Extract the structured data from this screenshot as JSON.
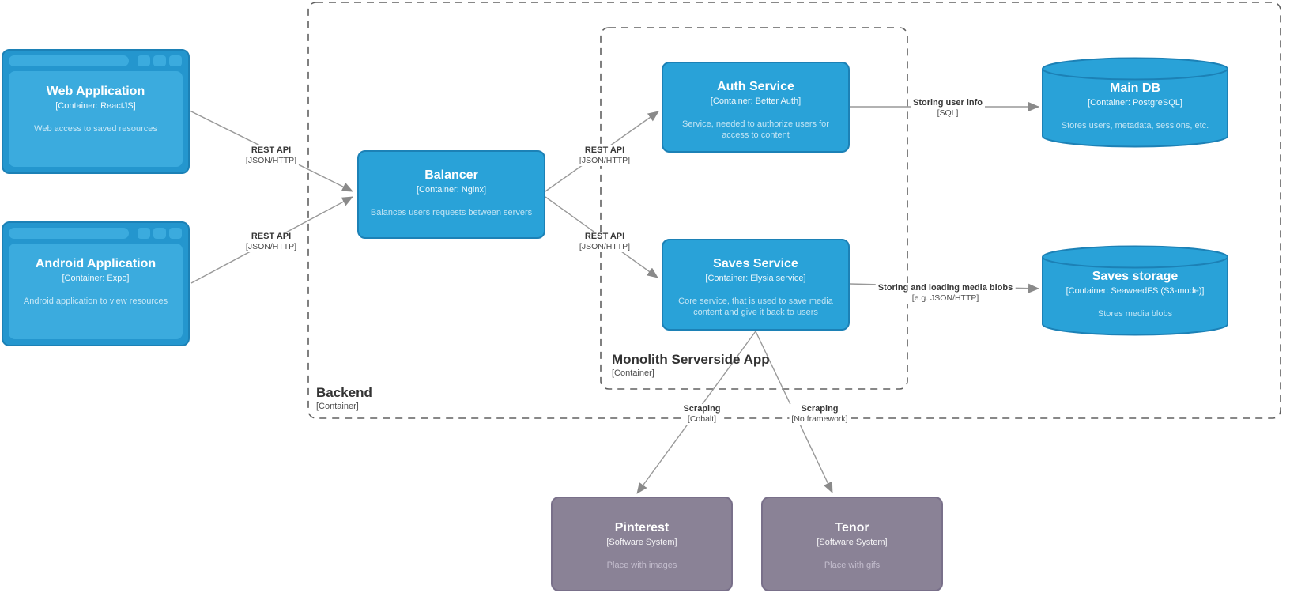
{
  "nodes": [
    {
      "id": "web-app",
      "title": "Web Application",
      "subtitle": "[Container: ReactJS]",
      "description": "Web access to saved resources"
    },
    {
      "id": "android-app",
      "title": "Android Application",
      "subtitle": "[Container: Expo]",
      "description": "Android application to view resources"
    },
    {
      "id": "balancer",
      "title": "Balancer",
      "subtitle": "[Container: Nginx]",
      "description": "Balances users requests between servers"
    },
    {
      "id": "auth-service",
      "title": "Auth Service",
      "subtitle": "[Container: Better Auth]",
      "description": "Service, needed to authorize users for access to content"
    },
    {
      "id": "saves-service",
      "title": "Saves Service",
      "subtitle": "[Container: Elysia service]",
      "description": "Core service, that is used to save media content and give it back to users"
    },
    {
      "id": "main-db",
      "title": "Main DB",
      "subtitle": "[Container: PostgreSQL]",
      "description": "Stores users, metadata, sessions, etc."
    },
    {
      "id": "saves-storage",
      "title": "Saves storage",
      "subtitle": "[Container: SeaweedFS (S3-mode)]",
      "description": "Stores media blobs"
    },
    {
      "id": "pinterest",
      "title": "Pinterest",
      "subtitle": "[Software System]",
      "description": "Place with images"
    },
    {
      "id": "tenor",
      "title": "Tenor",
      "subtitle": "[Software System]",
      "description": "Place with gifs"
    }
  ],
  "boundaries": [
    {
      "id": "backend",
      "label": "Backend",
      "sublabel": "[Container]"
    },
    {
      "id": "monolith",
      "label": "Monolith Serverside App",
      "sublabel": "[Container]"
    }
  ],
  "edges": [
    {
      "id": "web-to-balancer",
      "label": "REST API",
      "sublabel": "[JSON/HTTP]"
    },
    {
      "id": "android-to-balancer",
      "label": "REST API",
      "sublabel": "[JSON/HTTP]"
    },
    {
      "id": "balancer-to-auth",
      "label": "REST API",
      "sublabel": "[JSON/HTTP]"
    },
    {
      "id": "balancer-to-saves",
      "label": "REST API",
      "sublabel": "[JSON/HTTP]"
    },
    {
      "id": "auth-to-maindb",
      "label": "Storing user info",
      "sublabel": "[SQL]"
    },
    {
      "id": "saves-to-storage",
      "label": "Storing and loading media blobs",
      "sublabel": "[e.g. JSON/HTTP]"
    },
    {
      "id": "saves-to-pinterest",
      "label": "Scraping",
      "sublabel": "[Cobalt]"
    },
    {
      "id": "saves-to-tenor",
      "label": "Scraping",
      "sublabel": "[No framework]"
    }
  ],
  "colors": {
    "container_blue": "#29a2d8",
    "container_blue_border": "#1c81b6",
    "container_blue_light": "#3babde",
    "external_gray": "#8a8296",
    "external_gray_border": "#79708a",
    "line": "#999999",
    "arrowhead": "#8a8a8a",
    "boundary_dash": "#606060"
  }
}
